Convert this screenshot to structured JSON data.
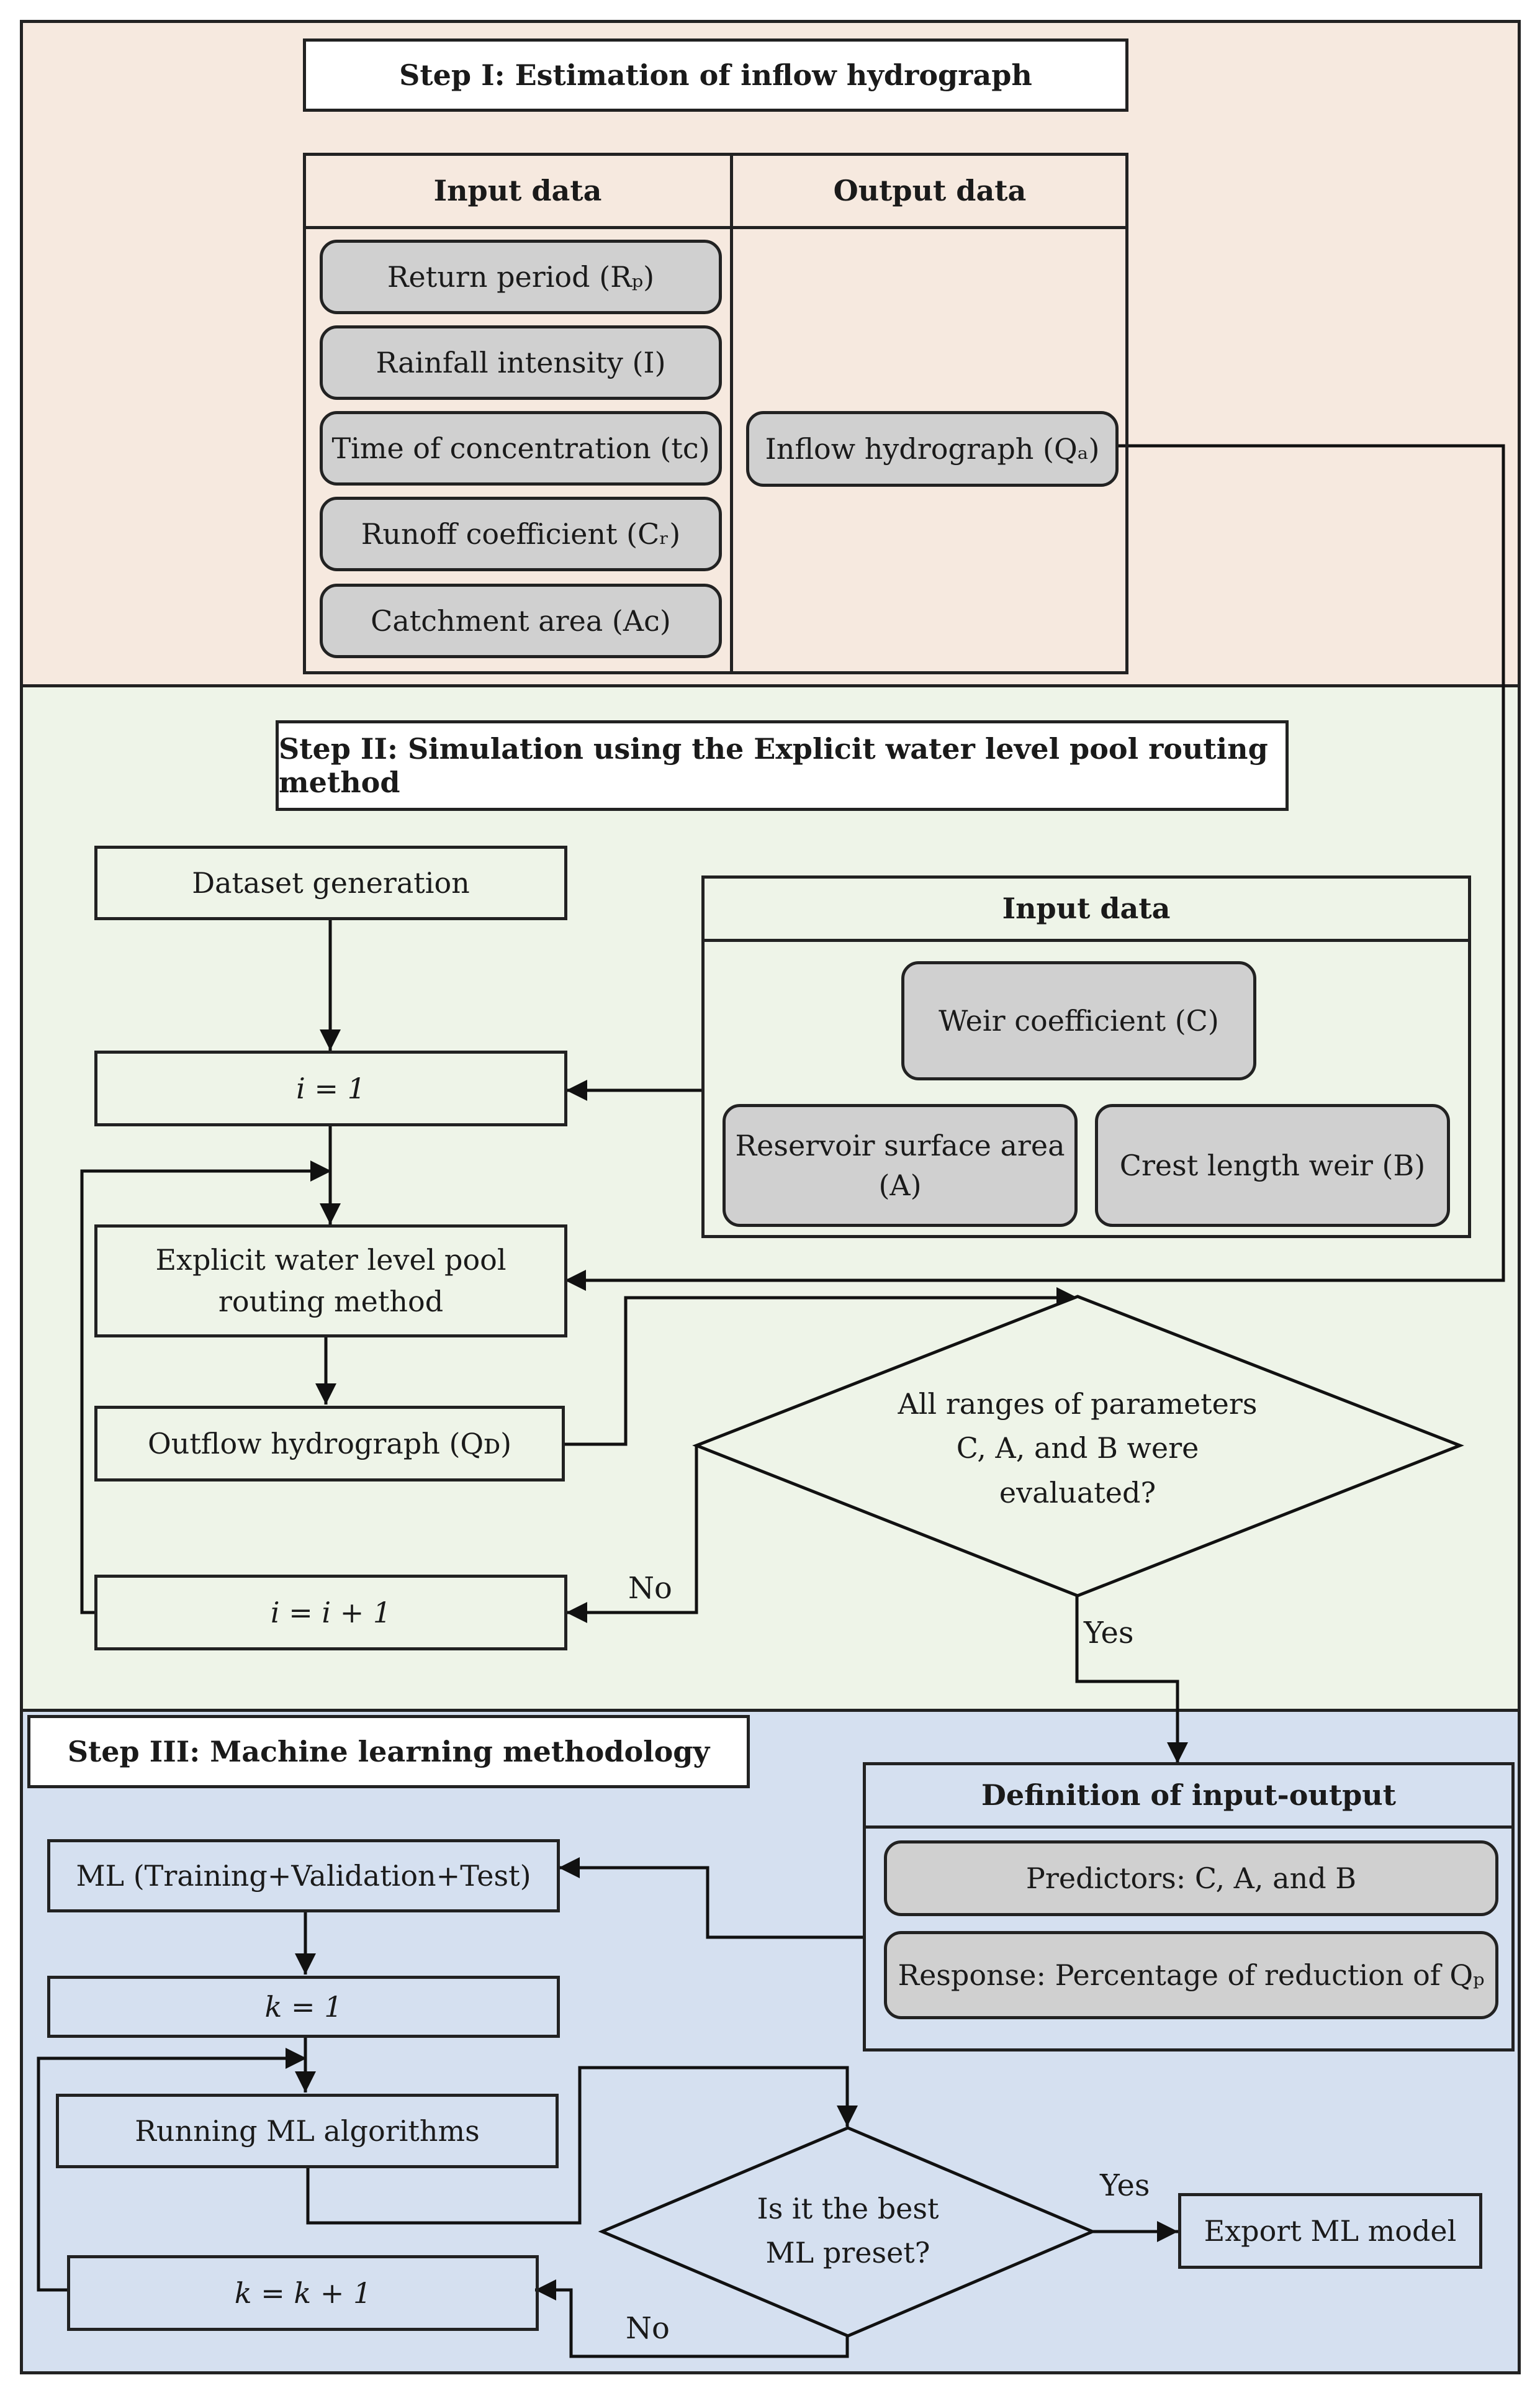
{
  "step1": {
    "title": "Step I: Estimation of inflow hydrograph",
    "input_header": "Input data",
    "output_header": "Output data",
    "inputs": [
      "Return period (Rₚ)",
      "Rainfall intensity (I)",
      "Time of concentration (tᴄ)",
      "Runoff coefficient (Cᵣ)",
      "Catchment area (Aᴄ)"
    ],
    "output": "Inflow hydrograph (Qₐ)"
  },
  "step2": {
    "title": "Step II: Simulation using the Explicit water level pool routing method",
    "dataset_generation": "Dataset generation",
    "i_init": "i = 1",
    "routing_line1": "Explicit water level pool",
    "routing_line2": "routing method",
    "outflow": "Outflow hydrograph (Qᴅ)",
    "i_increment": "i = i + 1",
    "input_header": "Input data",
    "weir_coefficient": "Weir coefficient (C)",
    "surface_area_line1": "Reservoir surface area",
    "surface_area_line2": "(A)",
    "crest_length": "Crest length weir (B)",
    "decision_line1": "All ranges of parameters",
    "decision_line2": "C, A, and B were",
    "decision_line3": "evaluated?",
    "no_label": "No",
    "yes_label": "Yes"
  },
  "step3": {
    "title": "Step III: Machine learning methodology",
    "ml_training": "ML (Training+Validation+Test)",
    "k_init": "k = 1",
    "running": "Running ML algorithms",
    "k_increment": "k = k + 1",
    "definition_header": "Definition of input-output",
    "predictors": "Predictors: C, A, and B",
    "response": "Response: Percentage of reduction of Qₚ",
    "decision_line1": "Is it the best",
    "decision_line2": "ML preset?",
    "yes_label": "Yes",
    "no_label": "No",
    "export": "Export ML model"
  }
}
